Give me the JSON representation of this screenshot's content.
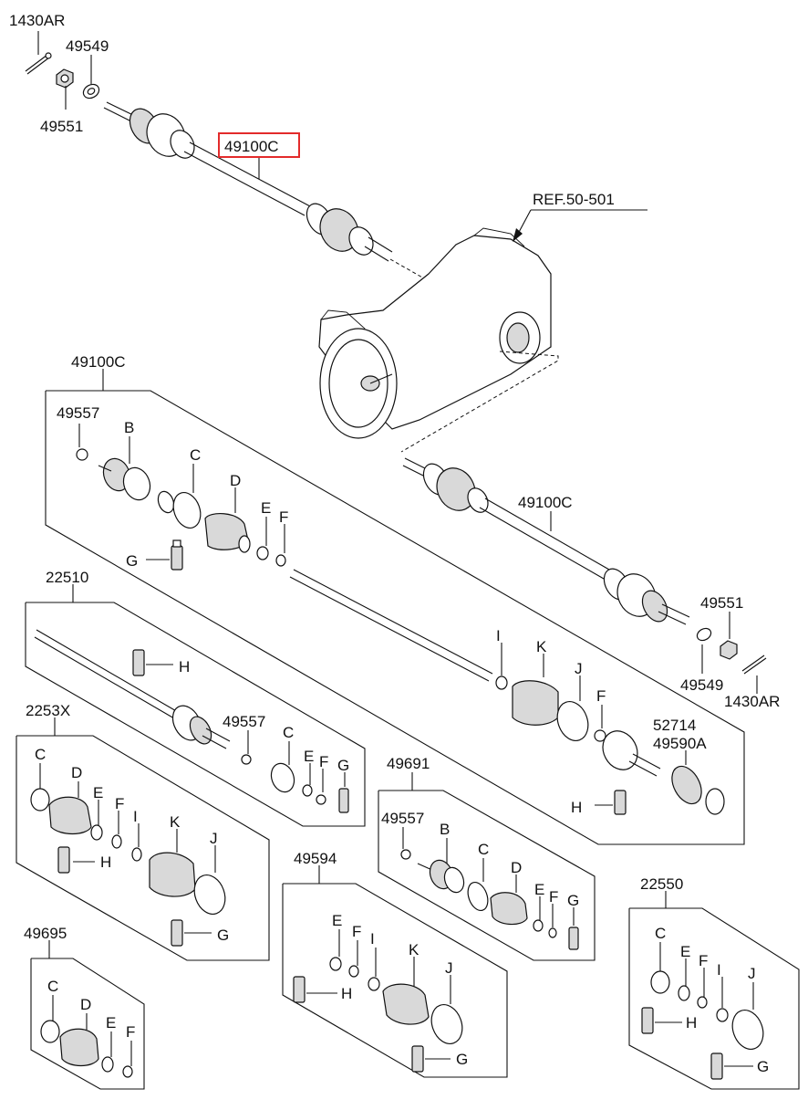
{
  "labels": {
    "top_1430AR": "1430AR",
    "top_49549": "49549",
    "top_49551": "49551",
    "main_49100C": "49100C",
    "ref": "REF.50-501",
    "box1_49100C": "49100C",
    "right_49100C": "49100C",
    "right_49551": "49551",
    "right_49549": "49549",
    "right_1430AR": "1430AR",
    "box1_49557": "49557",
    "box1_B": "B",
    "box1_C": "C",
    "box1_D": "D",
    "box1_E": "E",
    "box1_F": "F",
    "box1_G": "G",
    "box1_I": "I",
    "box1_K": "K",
    "box1_J": "J",
    "box1_F2": "F",
    "box1_52714": "52714",
    "box1_49590A": "49590A",
    "box1_H": "H",
    "box2_22510": "22510",
    "box2_H": "H",
    "box2_49557": "49557",
    "box2_C": "C",
    "box2_E": "E",
    "box2_F": "F",
    "box2_G": "G",
    "box3_2253X": "2253X",
    "box3_C": "C",
    "box3_D": "D",
    "box3_E": "E",
    "box3_F": "F",
    "box3_I": "I",
    "box3_H": "H",
    "box3_K": "K",
    "box3_J": "J",
    "box3_G": "G",
    "box4_49691": "49691",
    "box4_49557": "49557",
    "box4_B": "B",
    "box4_C": "C",
    "box4_D": "D",
    "box4_E": "E",
    "box4_F": "F",
    "box4_G": "G",
    "box5_49594": "49594",
    "box5_E": "E",
    "box5_F": "F",
    "box5_I": "I",
    "box5_K": "K",
    "box5_H": "H",
    "box5_J": "J",
    "box5_G": "G",
    "box6_22550": "22550",
    "box6_C": "C",
    "box6_E": "E",
    "box6_F": "F",
    "box6_I": "I",
    "box6_J": "J",
    "box6_H": "H",
    "box6_G": "G",
    "box7_49695": "49695",
    "box7_C": "C",
    "box7_D": "D",
    "box7_E": "E",
    "box7_F": "F"
  },
  "colors": {
    "highlight": "#e32b2b",
    "line": "#111111",
    "shade": "#d9d9d9"
  }
}
